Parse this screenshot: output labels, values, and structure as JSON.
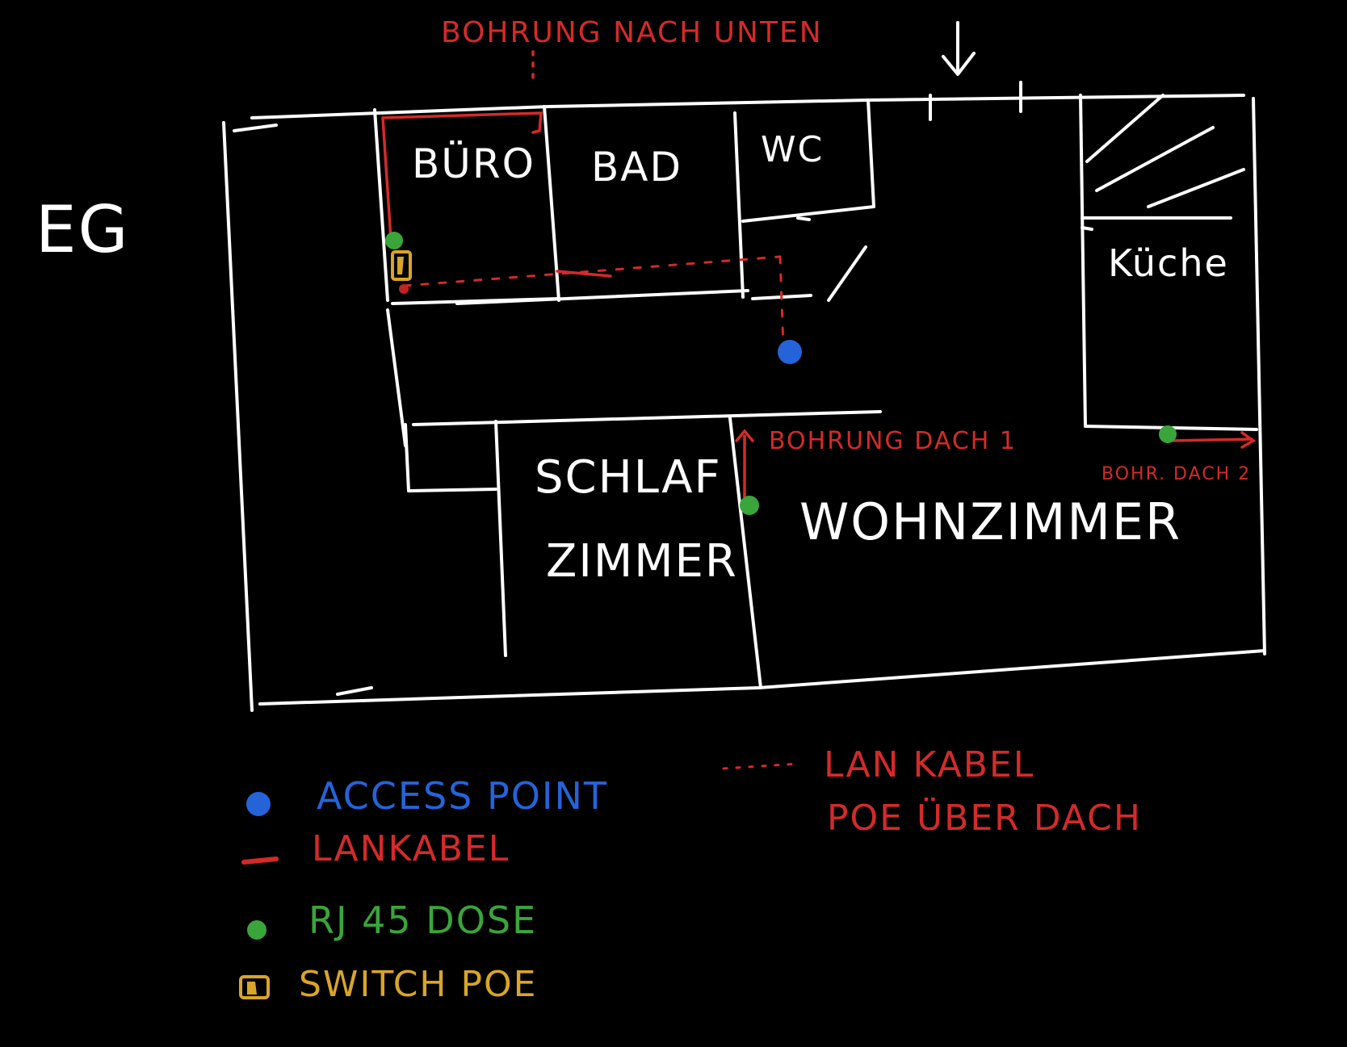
{
  "floor_label": "EG",
  "rooms": {
    "buero": "BÜRO",
    "bad": "BAD",
    "wc": "WC",
    "kueche": "Küche",
    "schlaf_line1": "SCHLAF",
    "schlaf_line2": "ZIMMER",
    "wohnzimmer": "WOHNZIMMER"
  },
  "annotations": {
    "bohrung_unten": "BOHRUNG NACH UNTEN",
    "bohrung_dach1": "BOHRUNG DACH 1",
    "bohrung_dach2": "BOHR. DACH 2"
  },
  "legend": {
    "access_point": "ACCESS POINT",
    "lankabel": "LANKABEL",
    "rj45": "RJ 45 DOSE",
    "switch": "SWITCH POE",
    "lan_poe_line1": "LAN KABEL",
    "lan_poe_line2": "POE ÜBER DACH"
  },
  "colors": {
    "background": "#000000",
    "walls": "#ffffff",
    "cable": "#d42a2a",
    "access_point": "#2563d9",
    "rj45": "#3aa53a",
    "switch": "#d9a528"
  }
}
